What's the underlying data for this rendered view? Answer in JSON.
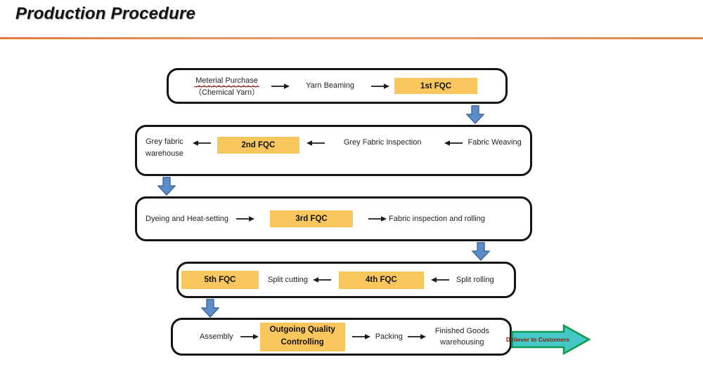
{
  "slide": {
    "title": "Production Procedure"
  },
  "colors": {
    "accent_line": "#DE7B36",
    "highlight_chip": "#FAC75F",
    "blue_arrow_fill": "#5B8DC8",
    "blue_arrow_border": "#3F6699",
    "green_arrow_fill": "#44C8C6",
    "green_arrow_border": "#0E9B4D",
    "deliver_text": "#7E2010"
  },
  "flow": {
    "row1": {
      "material_line1": "Meterial Purchase",
      "material_line2": "（Chemical Yarn）",
      "yarn_beaming": "Yarn Beaming",
      "fqc1": "1st FQC"
    },
    "row2": {
      "warehouse_line1": "Grey fabric",
      "warehouse_line2": "warehouse",
      "fqc2": "2nd FQC",
      "inspection": "Grey Fabric Inspection",
      "weaving": "Fabric Weaving"
    },
    "row3": {
      "dyeing": "Dyeing and Heat-setting",
      "fqc3": "3rd FQC",
      "rolling": "Fabric inspection and rolling"
    },
    "row4": {
      "fqc5": "5th FQC",
      "split_cutting": "Split cutting",
      "fqc4": "4th FQC",
      "split_rolling": "Split rolling"
    },
    "row5": {
      "assembly": "Assembly",
      "oqc_line1": "Outgoing Quality",
      "oqc_line2": "Controlling",
      "packing": "Packing",
      "finished_line1": "Finished Goods",
      "finished_line2": "warehousing"
    },
    "deliver": "Deliever to Customers"
  }
}
